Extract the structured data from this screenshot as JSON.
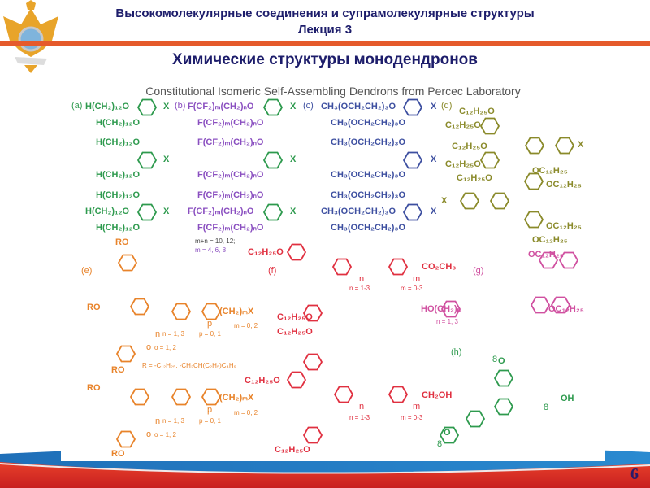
{
  "header": {
    "course_title": "Высокомолекулярные соединения и супрамолекулярные структуры",
    "lecture": "Лекция 3"
  },
  "slide_title": "Химические структуры монодендронов",
  "figure": {
    "caption": "Constitutional Isomeric Self-Assembling Dendrons from Percec Laboratory",
    "panels": {
      "a": {
        "label": "(a)",
        "chain": "H(CH₂)₁₂O",
        "x": "X"
      },
      "b": {
        "label": "(b)",
        "chain": "F(CF₂)ₘ(CH₂)ₙO",
        "note1": "m+n = 10, 12;",
        "note2": "m = 4, 6, 8"
      },
      "c": {
        "label": "(c)",
        "chain": "CH₃(OCH₂CH₂)₃O"
      },
      "d": {
        "label": "(d)",
        "chain": "C₁₂H₂₅O",
        "chain_r": "OC₁₂H₂₅"
      },
      "e": {
        "label": "(e)",
        "ro": "RO",
        "tail": "(CH₂)ₘX",
        "m": "m = 0, 2",
        "n": "n = 1, 3",
        "p": "p = 0, 1",
        "o": "o = 1, 2",
        "r_def": "R = -C₁₂H₂₅, -CH₂CH(C₂H₅)C₄H₉",
        "n_letter": "n",
        "o_letter": "o",
        "p_letter": "p"
      },
      "f": {
        "label": "(f)",
        "chain": "C₁₂H₂₅O",
        "tail1": "CO₂CH₃",
        "tail2": "CH₂OH",
        "n": "n = 1-3",
        "m": "m = 0-3",
        "n_letter": "n",
        "m_letter": "m"
      },
      "g": {
        "label": "(g)",
        "chain": "OC₁₂H₂₅",
        "head": "HO(CH₂)ₙ",
        "n": "n = 1, 3"
      },
      "h": {
        "label": "(h)",
        "oh": "OH",
        "eight": "8",
        "o": "O"
      }
    }
  },
  "colors": {
    "title": "#1d1d6b",
    "rule": "#e55a2b",
    "a": "#2e9a4e",
    "b": "#8a4fc0",
    "c": "#3d4fa0",
    "d": "#8a8a2a",
    "e": "#e8832a",
    "f": "#e03040",
    "g": "#d050a0",
    "h": "#2e9a4e"
  },
  "page_number": "6"
}
